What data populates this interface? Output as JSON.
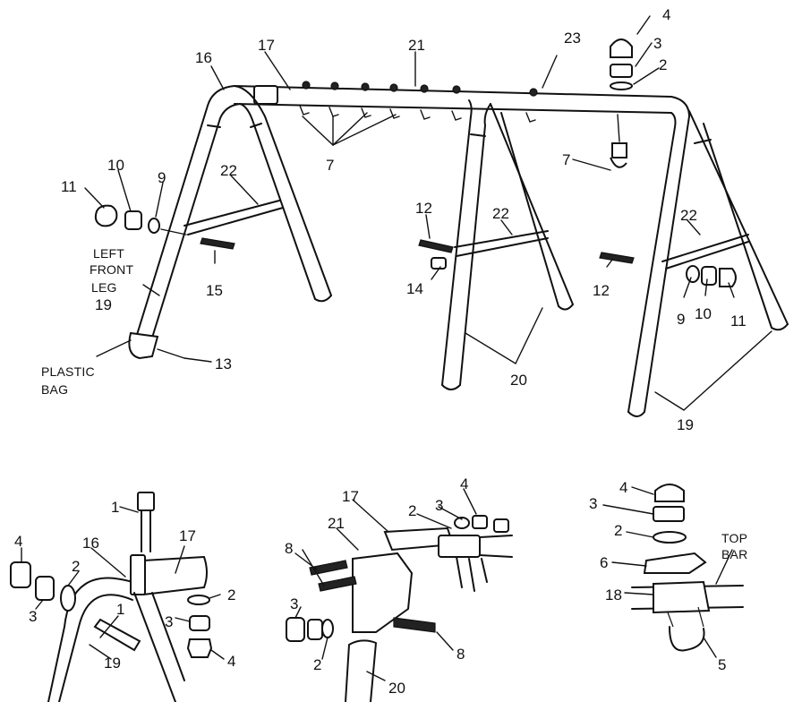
{
  "labels": {
    "part_1": "1",
    "part_2": "2",
    "part_3": "3",
    "part_4": "4",
    "part_5": "5",
    "part_6": "6",
    "part_7": "7",
    "part_8": "8",
    "part_9": "9",
    "part_10": "10",
    "part_11": "11",
    "part_12": "12",
    "part_13": "13",
    "part_14": "14",
    "part_15": "15",
    "part_16": "16",
    "part_17": "17",
    "part_18": "18",
    "part_19": "19",
    "part_20": "20",
    "part_21": "21",
    "part_22": "22",
    "part_23": "23"
  },
  "text": {
    "left_front_leg_line1": "LEFT",
    "left_front_leg_line2": "FRONT",
    "left_front_leg_line3": "LEG",
    "plastic_bag_line1": "PLASTIC",
    "plastic_bag_line2": "BAG",
    "top_bar_line1": "TOP",
    "top_bar_line2": "BAR"
  }
}
